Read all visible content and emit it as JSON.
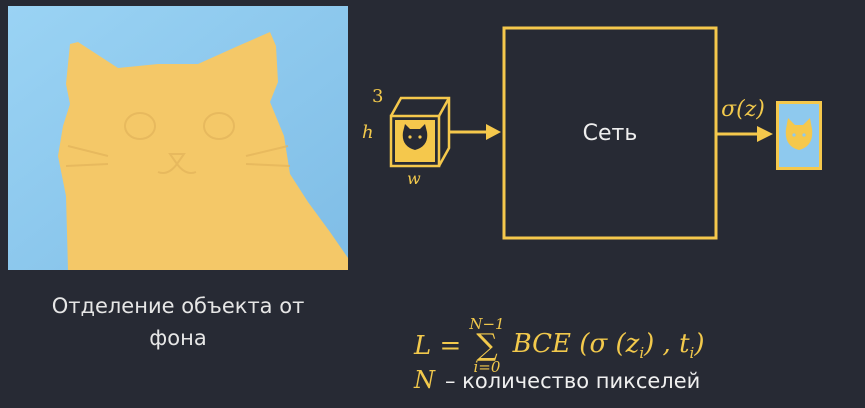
{
  "diagram": {
    "input_channels": "3",
    "input_height": "h",
    "input_width": "w",
    "network_label": "Сеть",
    "output_label": "σ(z)"
  },
  "caption": {
    "line1": "Отделение объекта от",
    "line2": "фона"
  },
  "formula": {
    "lhs": "L =",
    "sum_upper": "N−1",
    "sum_symbol": "∑",
    "sum_lower": "i=0",
    "rhs_bce": "BCE (σ (z",
    "sub_i1": "i",
    "rhs_mid": ") , t",
    "sub_i2": "i",
    "rhs_close": ")",
    "note_symbol": "N",
    "note_text": "– количество пикселей"
  },
  "colors": {
    "background": "#272a34",
    "accent": "#f5c84c",
    "sky": "#8ec9ee"
  }
}
